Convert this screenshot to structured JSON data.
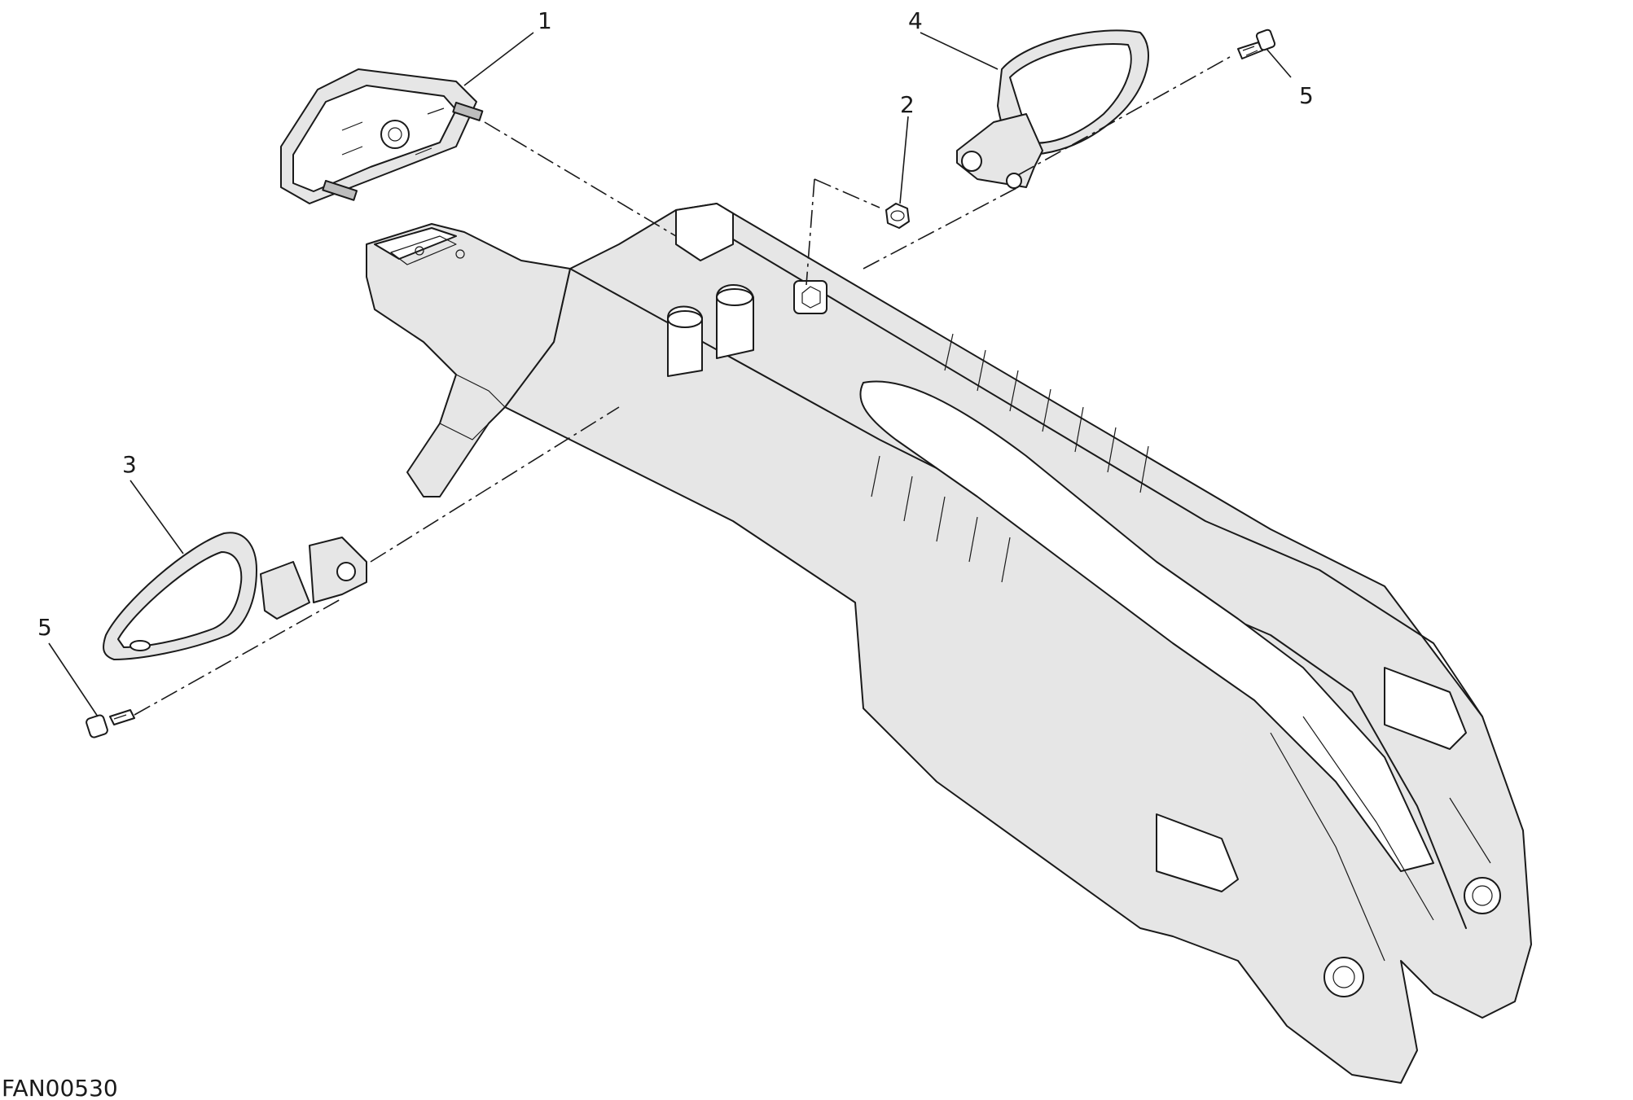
{
  "diagram": {
    "drawing_code": "FAN00530",
    "callouts": [
      {
        "id": "1",
        "text": "1"
      },
      {
        "id": "2",
        "text": "2"
      },
      {
        "id": "3",
        "text": "3"
      },
      {
        "id": "4",
        "text": "4"
      },
      {
        "id": "5a",
        "text": "5"
      },
      {
        "id": "5b",
        "text": "5"
      }
    ]
  }
}
